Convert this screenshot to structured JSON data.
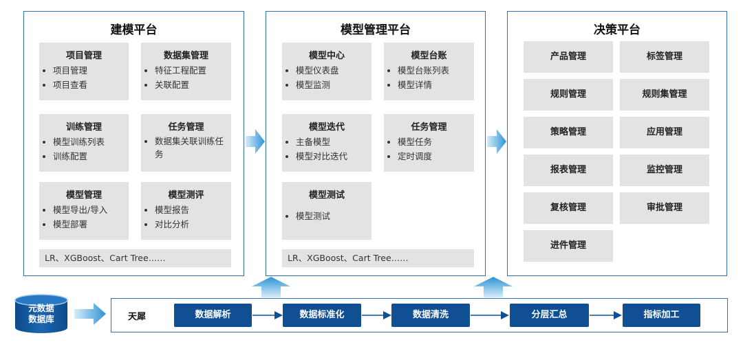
{
  "modeling": {
    "title": "建模平台",
    "modules": [
      {
        "title": "项目管理",
        "items": [
          "项目管理",
          "项目查看"
        ]
      },
      {
        "title": "数据集管理",
        "items": [
          "特征工程配置",
          "关联配置"
        ]
      },
      {
        "title": "训练管理",
        "items": [
          "模型训练列表",
          "训练配置"
        ]
      },
      {
        "title": "任务管理",
        "items": [
          "数据集关联训练任务"
        ]
      },
      {
        "title": "模型管理",
        "items": [
          "模型导出/导入",
          "模型部署"
        ]
      },
      {
        "title": "模型测评",
        "items": [
          "模型报告",
          "对比分析"
        ]
      }
    ],
    "algorithms": "LR、XGBoost、Cart Tree……"
  },
  "model_mgmt": {
    "title": "模型管理平台",
    "modules": [
      {
        "title": "模型中心",
        "items": [
          "模型仪表盘",
          "模型监测"
        ]
      },
      {
        "title": "模型台账",
        "items": [
          "模型台账列表",
          "模型详情"
        ]
      },
      {
        "title": "模型迭代",
        "items": [
          "主备模型",
          "模型对比迭代"
        ]
      },
      {
        "title": "任务管理",
        "items": [
          "模型任务",
          "定时调度"
        ]
      },
      {
        "title": "模型测试",
        "items": [
          "模型测试"
        ]
      }
    ],
    "algorithms": "LR、XGBoost、Cart Tree……"
  },
  "decision": {
    "title": "决策平台",
    "items": [
      "产品管理",
      "标签管理",
      "规则管理",
      "规则集管理",
      "策略管理",
      "应用管理",
      "报表管理",
      "监控管理",
      "复核管理",
      "审批管理",
      "进件管理"
    ]
  },
  "pipeline": {
    "source_db": [
      "元数据",
      "数据库"
    ],
    "source_label": "天犀",
    "steps": [
      "数据解析",
      "数据标准化",
      "数据清洗",
      "分层汇总",
      "指标加工"
    ]
  },
  "colors": {
    "border": "#2e6fb6",
    "step_bg": "#0f4f92",
    "arrow": "#3aa0de",
    "module_bg": "#e3e3e3"
  }
}
